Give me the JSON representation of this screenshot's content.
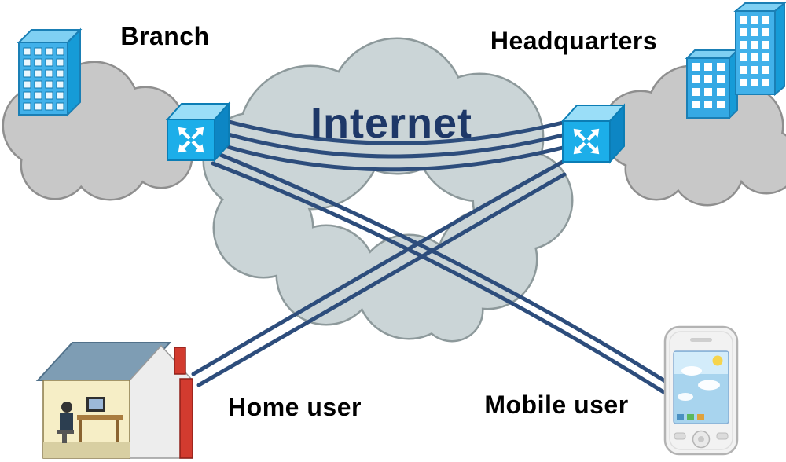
{
  "internet": {
    "label": "Internet"
  },
  "nodes": {
    "branch": {
      "label": "Branch"
    },
    "headquarters": {
      "label": "Headquarters"
    },
    "home_user": {
      "label": "Home user"
    },
    "mobile_user": {
      "label": "Mobile user"
    }
  },
  "connections": [
    {
      "from": "branch-router",
      "to": "headquarters-router",
      "lines": 3
    },
    {
      "from": "home-user",
      "to": "headquarters-router",
      "lines": 2
    },
    {
      "from": "mobile-user",
      "to": "branch-router",
      "lines": 2
    }
  ],
  "colors": {
    "internet_label": "#1e3868",
    "link_line": "#2d4d7c",
    "internet_cloud_fill": "#cbd5d7",
    "internet_cloud_stroke": "#8d999b",
    "small_cloud_fill": "#c8c8c8",
    "building_blue": "#41b1ea",
    "router_blue": "#1caee9",
    "house_roof": "#7e9db4",
    "house_red": "#d23b2f"
  },
  "icons": [
    "office-building-icon",
    "router-icon",
    "cloud-icon",
    "house-icon",
    "mobile-phone-icon"
  ]
}
